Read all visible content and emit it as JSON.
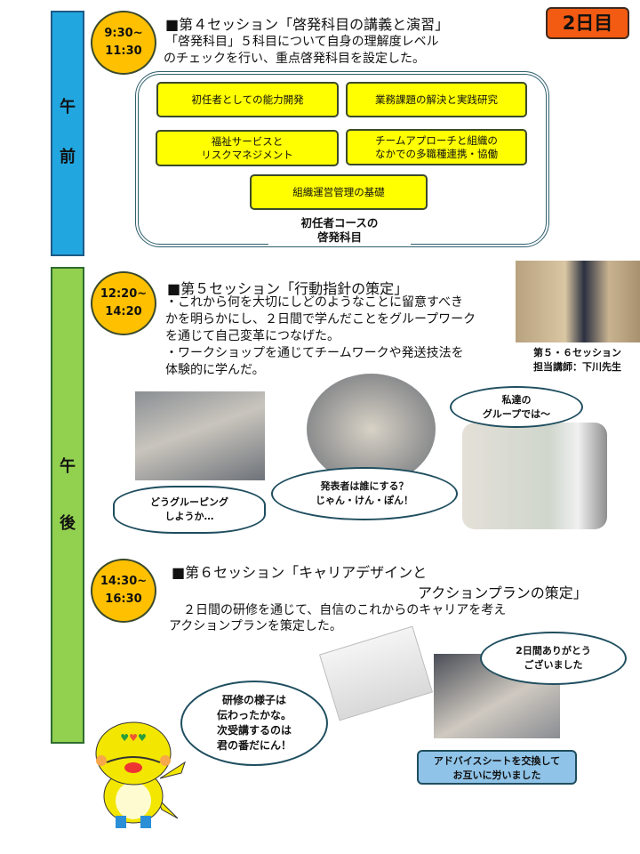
{
  "day_badge": "2日目",
  "am": {
    "label_1": "午",
    "label_2": "前"
  },
  "pm": {
    "label_1": "午",
    "label_2": "後"
  },
  "s4": {
    "time_1": "9:30~",
    "time_2": "11:30",
    "title": "■第４セッション「啓発科目の講義と演習」",
    "lines": [
      "「啓発科目」５科目について自身の理解度レベル",
      "のチェックを行い、重点啓発科目を設定した。"
    ],
    "subjects": [
      [
        "初任者としての能力開発"
      ],
      [
        "業務課題の解決と実践研究"
      ],
      [
        "福祉サービスと",
        "リスクマネジメント"
      ],
      [
        "チームアプローチと組織の",
        "なかでの多職種連携・協働"
      ],
      [
        "組織運営管理の基礎"
      ]
    ],
    "caption": [
      "初任者コースの",
      "啓発科目"
    ]
  },
  "s5": {
    "time_1": "12:20~",
    "time_2": "14:20",
    "title": "■第５セッション「行動指針の策定」",
    "lines": [
      "・これから何を大切にしどのようなことに留意すべき",
      "かを明らかにし、２日間で学んだことをグループワーク",
      "を通じて自己変革につなげた。",
      "・ワークショップを通じてチームワークや発送技法を",
      "体験的に学んだ。"
    ],
    "lecturer": [
      "第５・６セッション",
      "担当講師：下川先生"
    ],
    "bubbles": {
      "grouping": [
        "どうグルーピング",
        "しようか…"
      ],
      "presenter": [
        "発表者は誰にする？",
        "じゃん・けん・ぽん！"
      ],
      "ourgroup": [
        "私達の",
        "グループでは～"
      ]
    }
  },
  "s6": {
    "time_1": "14:30~",
    "time_2": "16:30",
    "title_1": "■第６セッション「キャリアデザインと",
    "title_2": "アクションプランの策定」",
    "lines": [
      "　２日間の研修を通じて、自信のこれからのキャリアを考え",
      "アクションプランを策定した。"
    ],
    "thanks": [
      "2日間ありがとう",
      "ございました"
    ],
    "mascot": [
      "研修の様子は",
      "伝わったかな。",
      "次受講するのは",
      "君の番だにん！"
    ],
    "advice_caption": [
      "アドバイスシートを交換して",
      "お互いに労いました"
    ]
  }
}
